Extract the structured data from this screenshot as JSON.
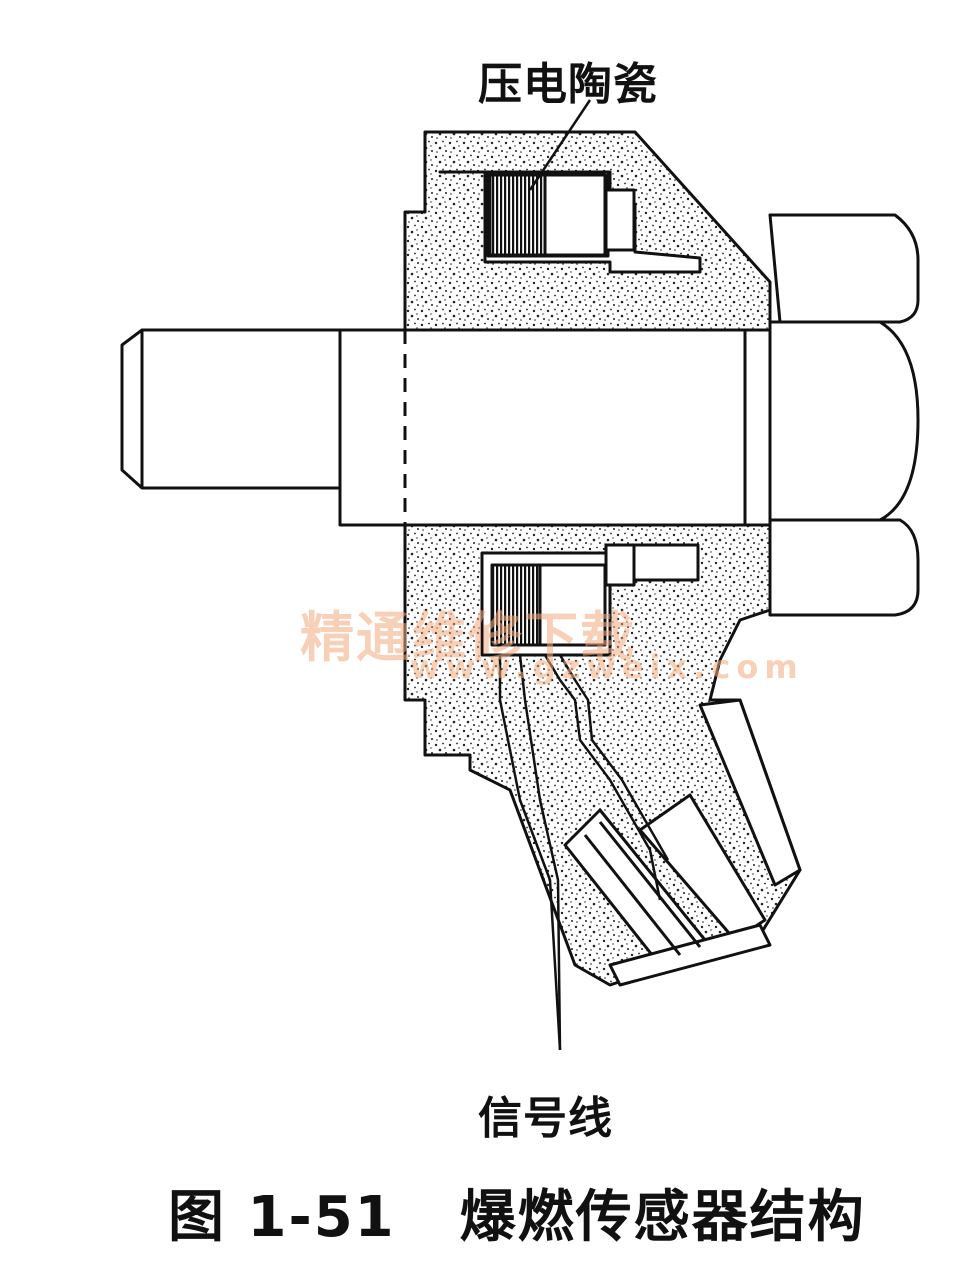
{
  "labels": {
    "piezo": "压电陶瓷",
    "signal_wire": "信号线"
  },
  "caption": {
    "figure_number": "图 1-51",
    "title": "爆燃传感器结构"
  },
  "watermark": {
    "text": "精通维修下载",
    "url": "www.gzweix.com"
  },
  "colors": {
    "line": "#111111",
    "fill": "#ffffff",
    "stipple": "#222222",
    "watermark": "#f3a97e"
  }
}
